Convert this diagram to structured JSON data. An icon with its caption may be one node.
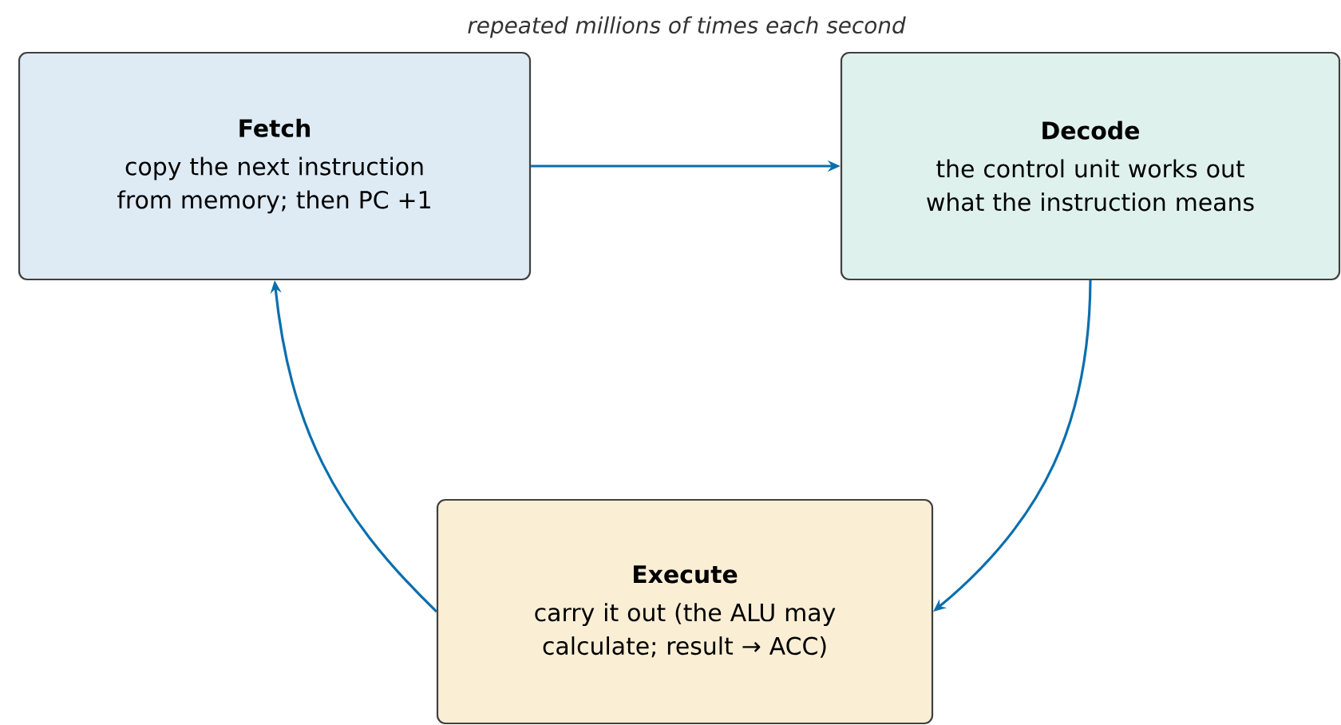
{
  "diagram": {
    "nodes": [
      {
        "text": [
          "Fetch",
          "copy the next instruction from memory; then PC +1"
        ]
      },
      {
        "text": [
          "Decode",
          "the control unit works out what the instruction means"
        ]
      },
      {
        "text": [
          "Execute",
          "carry it out (the ALU may calculate; result → ACC)"
        ]
      }
    ],
    "edges": [
      {
        "from": 0,
        "to": 1,
        "arrow": "to"
      },
      {
        "from": 1,
        "to": 2,
        "arrow": "to"
      },
      {
        "from": 2,
        "to": 0,
        "arrow": "to"
      }
    ],
    "labels": [
      "repeated millions of times each second"
    ]
  }
}
